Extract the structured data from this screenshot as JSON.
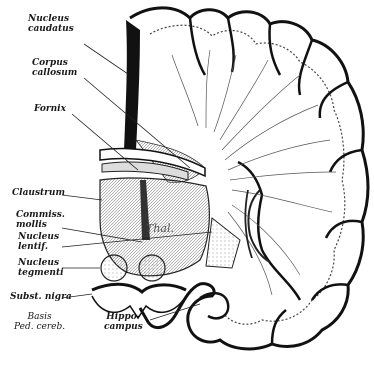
{
  "labels": {
    "nucleus_caudatus": [
      "Nucleus",
      "caudatus"
    ],
    "corpus_callosum": [
      "Corpus",
      "callosum"
    ],
    "fornix": "Fornix",
    "claustrum": "Claustrum",
    "commiss_mollis": [
      "Commiss.",
      "mollis"
    ],
    "nucleus_lentif": [
      "Nucleus",
      "lentif."
    ],
    "nucleus_tegmenti": [
      "Nucleus",
      "tegmenti"
    ],
    "subst_nigra": "Subst. nigra",
    "basis_ped_cereb": [
      "Basis",
      "Ped. cereb."
    ],
    "hippocampus": [
      "Hippo-",
      "campus"
    ],
    "thal": "Thal."
  }
}
